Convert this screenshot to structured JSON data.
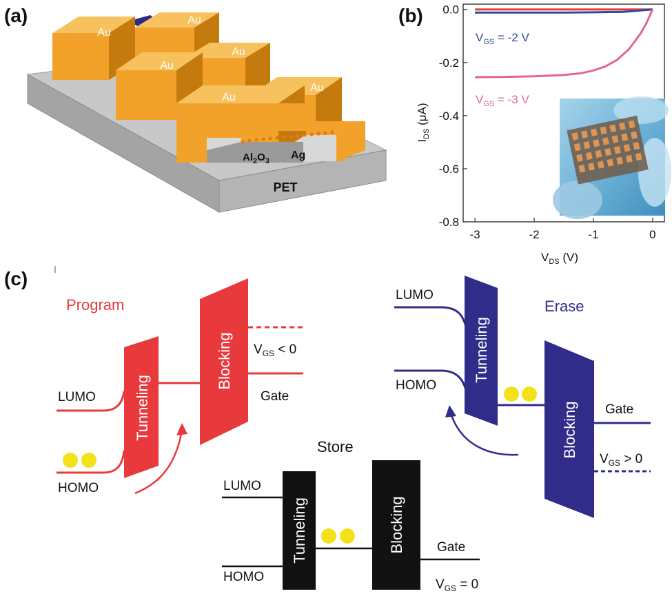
{
  "panels": {
    "a": {
      "label": "(a)",
      "electrode": "Au",
      "dielectric": {
        "main": "Al",
        "sub": "2",
        "rest": "O",
        "sub2": "3"
      },
      "nanoparticle": "Ag",
      "substrate": "PET"
    },
    "b": {
      "label": "(b)",
      "curve_labels": {
        "vgs_m2": {
          "v": "V",
          "sub": "GS",
          "rest": " = -2 V"
        },
        "vgs_m3": {
          "v": "V",
          "sub": "GS",
          "rest": " = -3 V"
        }
      }
    },
    "c": {
      "label": "(c)",
      "program": {
        "title": "Program",
        "lumo": "LUMO",
        "homo": "HOMO",
        "tunneling": "Tunneling",
        "blocking": "Blocking",
        "gate": "Gate",
        "vgs": {
          "v": "V",
          "sub": "GS",
          "rest": " < 0"
        }
      },
      "erase": {
        "title": "Erase",
        "lumo": "LUMO",
        "homo": "HOMO",
        "tunneling": "Tunneling",
        "blocking": "Blocking",
        "gate": "Gate",
        "vgs": {
          "v": "V",
          "sub": "GS",
          "rest": " > 0"
        }
      },
      "store": {
        "title": "Store",
        "lumo": "LUMO",
        "homo": "HOMO",
        "tunneling": "Tunneling",
        "blocking": "Blocking",
        "gate": "Gate",
        "vgs": {
          "v": "V",
          "sub": "GS",
          "rest": " = 0"
        }
      }
    }
  },
  "colors": {
    "gold": "#f2a22a",
    "gold_dark": "#c47a0d",
    "gold_light": "#f7c25d",
    "channel": "#2e2a8c",
    "substrate": "#b4b4b4",
    "program_red": "#e8393d",
    "erase_blue": "#2f2c8a",
    "curve_pink": "#e36493",
    "electron_yellow": "#f5e11a"
  },
  "chart_data": {
    "type": "line",
    "title": "",
    "xlabel": "V_DS (V)",
    "ylabel": "I_DS (μA)",
    "xlim": [
      -3.2,
      0.2
    ],
    "ylim": [
      -0.8,
      0.02
    ],
    "x_ticks": [
      -3,
      -2,
      -1,
      0
    ],
    "y_ticks": [
      0.0,
      -0.2,
      -0.4,
      -0.6,
      -0.8
    ],
    "x_tick_labels": [
      "-3",
      "-2",
      "-1",
      "0"
    ],
    "y_tick_labels": [
      "0.0",
      "-0.2",
      "-0.4",
      "-0.6",
      "-0.8"
    ],
    "series": [
      {
        "color": "#e8393d",
        "x": [
          -3,
          -2.5,
          -2,
          -1.5,
          -1,
          -0.5,
          0
        ],
        "y": [
          0,
          0,
          0,
          0,
          0,
          0,
          0
        ]
      },
      {
        "color": "#2f4a9a",
        "x": [
          -3,
          -2.5,
          -2,
          -1.5,
          -1,
          -0.5,
          0
        ],
        "y": [
          -0.012,
          -0.012,
          -0.012,
          -0.012,
          -0.011,
          -0.009,
          0
        ]
      },
      {
        "color": "#e36493",
        "x": [
          -3,
          -2.5,
          -2,
          -1.5,
          -1.2,
          -1,
          -0.8,
          -0.6,
          -0.4,
          -0.2,
          -0.1,
          0
        ],
        "y": [
          -0.255,
          -0.254,
          -0.252,
          -0.247,
          -0.24,
          -0.23,
          -0.215,
          -0.19,
          -0.15,
          -0.09,
          -0.05,
          0
        ]
      }
    ]
  }
}
